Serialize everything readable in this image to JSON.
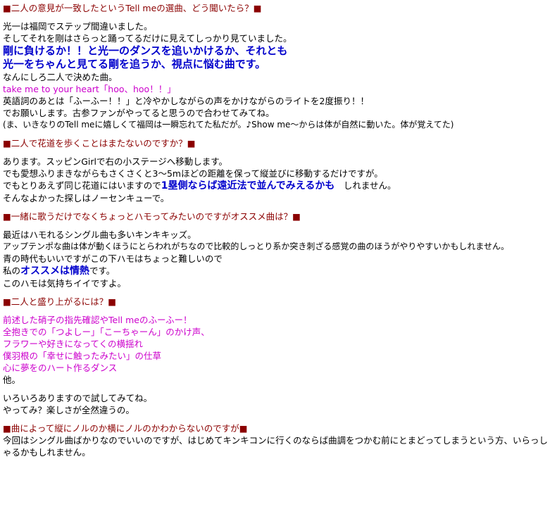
{
  "s1": {
    "heading": "■二人の意見が一致したというTell meの選曲、どう聞いたら？■",
    "l1": "光一は福岡でステップ間違いました。",
    "l2": "そしてそれを剛はさらっと踊ってるだけに見えてしっかり見ていました。",
    "em1": "剛に負けるか！！と光一のダンスを追いかけるか、それとも",
    "em2": "光一をちゃんと見てる剛を追うか、視点に悩む曲です。",
    "l3": "なんにしろ二人で決めた曲。",
    "lyric": "take me to your heart「hoo、hoo！！」",
    "l4": "英語詞のあとは「ふーふー！！」と冷やかしながらの声をかけながらのライトを2度振り！！",
    "l5": "でお願いします。古参ファンがやってると思うので合わせてみてね。",
    "l6": "(ま、いきなりのTell meに嬉しくて福岡は一瞬忘れてた私だが。♪Show me～からは体が自然に動いた。体が覚えてた)"
  },
  "s2": {
    "heading": "■二人で花道を歩くことはまたないのですか？■",
    "l1": "あります。スッピンGirlで右の小ステージへ移動します。",
    "l2": "でも愛想ふりまきながらもさくさくと3～5mほどの距離を保って縦並びに移動するだけですが。",
    "l3a": "でもとりあえず同じ花道にはいますので",
    "l3b": "1塁側ならば遠近法で並んでみえるかも",
    "l3c": "　しれません。",
    "l4": "そんなよかった探しはノーセンキューで。"
  },
  "s3": {
    "heading": "■一緒に歌うだけでなくちょっとハモってみたいのですがオススメ曲は？■",
    "l1": "最近はハモれるシングル曲も多いキンキキッズ。",
    "l2": "アップテンポな曲は体が動くほうにとらわれがちなので比較的しっとり系か突き刺ざる感覚の曲のほうがやりやすいかもしれません。",
    "l3": "青の時代もいいですがこの下ハモはちょっと難しいので",
    "l4a": "私の",
    "l4b": "オススメは情熱",
    "l4c": "です。",
    "l5": "このハモは気持ちイイですよ。"
  },
  "s4": {
    "heading": "■二人と盛り上がるには？■",
    "pink_lines": [
      "前述した硝子の指先確認やTell meのふーふー！",
      "全抱きでの「つよしー」「こーちゃーん」のかけ声、",
      "フラワーや好きになってくの横揺れ",
      "僕羽根の「幸せに触ったみたい」の仕草",
      "心に夢をのハート作るダンス"
    ],
    "l_other": "他。",
    "l1": "いろいろありますので試してみてね。",
    "l2": "やってみ？楽しさが全然違うの。"
  },
  "s5": {
    "heading": "■曲によって縦にノルのか横にノルのかわからないのですが■",
    "l1": "今回はシングル曲ばかりなのでいいのですが、はじめてキンキコンに行くのならば曲調をつかむ前にとまどってしまうという方、いらっしゃるかもしれません。"
  },
  "colors": {
    "heading": "#8b0000",
    "emphasis": "#0000cc",
    "pink": "#cc00cc",
    "text": "#000000"
  }
}
